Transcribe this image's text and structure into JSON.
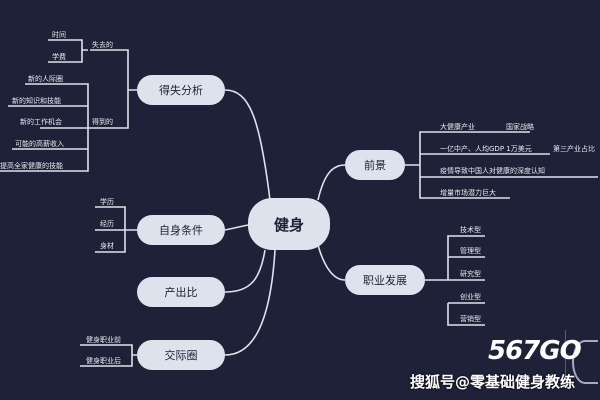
{
  "center": "健身",
  "left": {
    "gains_losses": {
      "label": "得失分析",
      "lose_label": "失去的",
      "lose": [
        "时间",
        "学费"
      ],
      "gain_label": "得到的",
      "gain": [
        "新的人际圈",
        "新的知识和技能",
        "新的工作机会",
        "可能的高薪收入",
        "提高全家健康的技能"
      ]
    },
    "self": {
      "label": "自身条件",
      "items": [
        "学历",
        "经历",
        "身材"
      ]
    },
    "roi": {
      "label": "产出比"
    },
    "social": {
      "label": "交际圈",
      "items": [
        "健身职业前",
        "健身职业后"
      ]
    }
  },
  "right": {
    "prospects": {
      "label": "前景",
      "items": [
        "大健康产业",
        "一亿中产、人均GDP 1万美元",
        "疫情导致中国人对健康的深度认知",
        "增量市场潜力巨大"
      ],
      "extras": [
        "国家战略",
        "第三产业占比"
      ]
    },
    "career": {
      "label": "职业发展",
      "items": [
        "技术型",
        "管理型",
        "研究型",
        "创业型",
        "营销型"
      ]
    }
  },
  "watermark": {
    "logo": "567GO",
    "text": "搜狐号@零基础健身教练"
  },
  "colors": {
    "background": "#1e2137",
    "node": "#dde2ec",
    "line": "#dde2ec"
  }
}
